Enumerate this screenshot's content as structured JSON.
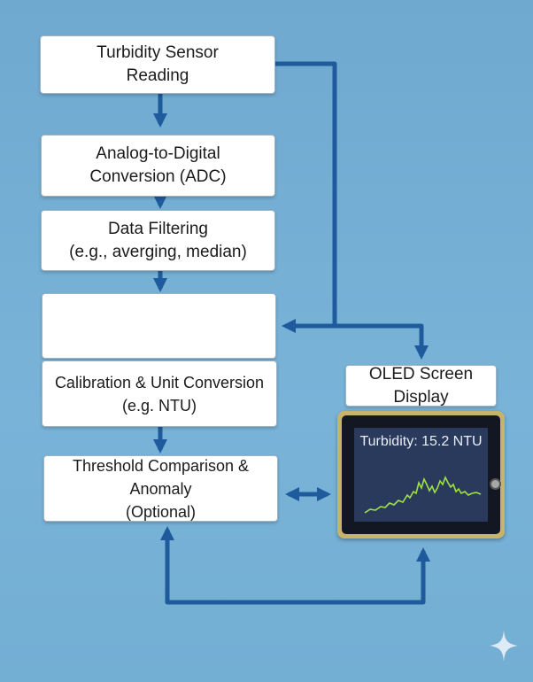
{
  "flow_steps": [
    {
      "id": "sensor",
      "label": "Turbidity Sensor\nReading"
    },
    {
      "id": "adc",
      "label": "Analog-to-Digital\nConversion (ADC)"
    },
    {
      "id": "filter",
      "label": "Data Filtering\n(e.g., averging, median)"
    },
    {
      "id": "blank",
      "label": ""
    },
    {
      "id": "calibration",
      "label": "Calibration & Unit Conversion\n(e.g. NTU)"
    },
    {
      "id": "threshold",
      "label": "Threshold Comparison & Anomaly\n(Optional)"
    }
  ],
  "display": {
    "label": "OLED Screen Display",
    "readout": "Turbidity: 15.2 NTU"
  },
  "colors": {
    "background": "#73aed3",
    "arrow": "#1f5a9c",
    "trace": "#9fe04a",
    "frame": "#c8b36b",
    "screen": "#2a3a5c"
  },
  "icons": [
    "sparkle-icon"
  ]
}
